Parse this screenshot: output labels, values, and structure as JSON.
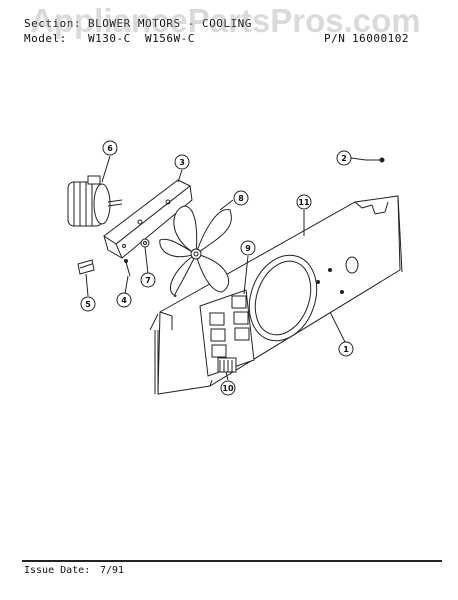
{
  "header": {
    "section_label": "Section:",
    "section_value": "BLOWER MOTORS - COOLING",
    "model_label": "Model:",
    "model_value": "W130-C  W156W-C",
    "pn_label": "P/N",
    "pn_value": "16000102"
  },
  "watermark": "AppliancePartsPros.com",
  "footer": {
    "issue_label": "Issue Date:",
    "issue_value": "7/91"
  },
  "callouts": [
    "1",
    "2",
    "3",
    "4",
    "5",
    "6",
    "7",
    "8",
    "9",
    "10",
    "11"
  ]
}
